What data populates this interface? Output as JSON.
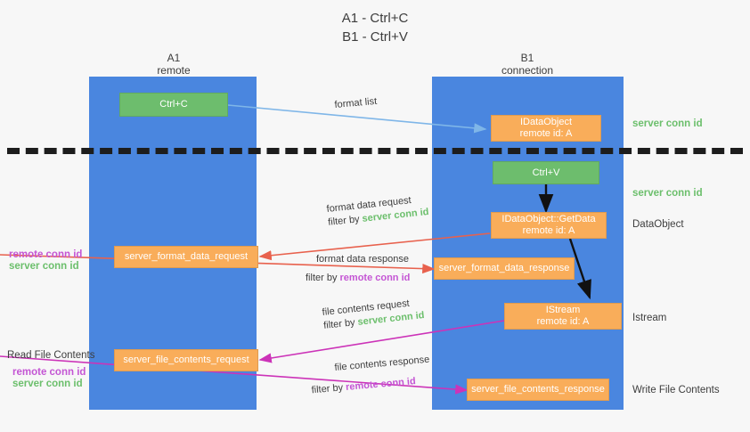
{
  "title": {
    "line1": "A1 - Ctrl+C",
    "line2": "B1 - Ctrl+V"
  },
  "lanes": [
    {
      "id": "a1",
      "name": "A1",
      "sub": "remote",
      "color": "#4a86df"
    },
    {
      "id": "b1",
      "name": "B1",
      "sub": "connection",
      "color": "#4a86df"
    }
  ],
  "colors": {
    "lane": "#4a86df",
    "green_box": "#6dbd6d",
    "orange_box": "#f9ad5a",
    "green_text": "#6cbf6c",
    "purple_text": "#c455d4",
    "red_arrow": "#e8614d",
    "magenta_arrow": "#cc33b8",
    "blue_arrow": "#7fb6e8",
    "black_arrow": "#111111",
    "background": "#f7f7f7"
  },
  "boxes": {
    "ctrl_c": {
      "label": "Ctrl+C"
    },
    "ctrl_v": {
      "label": "Ctrl+V"
    },
    "idataobject": {
      "line1": "IDataObject",
      "line2": "remote id: A"
    },
    "getdata": {
      "line1": "IDataObject::GetData",
      "line2": "remote id: A"
    },
    "istream": {
      "line1": "IStream",
      "line2": "remote id: A"
    },
    "server_format_data_request": {
      "label": "server_format_data_request"
    },
    "server_format_data_response": {
      "label": "server_format_data_response"
    },
    "server_file_contents_request": {
      "label": "server_file_contents_request"
    },
    "server_file_contents_response": {
      "label": "server_file_contents_response"
    }
  },
  "edge_labels": {
    "format_list": "format list",
    "format_data_request": "format data request",
    "format_data_request_filter_prefix": "filter by ",
    "format_data_request_filter_value": "server conn id",
    "format_data_response": "format data response",
    "format_data_response_filter_prefix": "filter by ",
    "format_data_response_filter_value": "remote conn id",
    "file_contents_request": "file contents request",
    "file_contents_request_filter_prefix": "filter by ",
    "file_contents_request_filter_value": "server conn id",
    "file_contents_response": "file contents response",
    "file_contents_response_filter_prefix": "filter by ",
    "file_contents_response_filter_value": "remote conn id"
  },
  "right_annotations": {
    "server_conn_id_top": "server conn id",
    "server_conn_id_mid": "server conn id",
    "dataobject": "DataObject",
    "istream": "Istream",
    "write_file_contents": "Write File Contents"
  },
  "left_annotations": {
    "remote_conn_id_top": "remote conn id",
    "server_conn_id_top": "server conn id",
    "read_file_contents": "Read File Contents",
    "remote_conn_id_bottom": "remote conn id",
    "server_conn_id_bottom": "server conn id"
  }
}
